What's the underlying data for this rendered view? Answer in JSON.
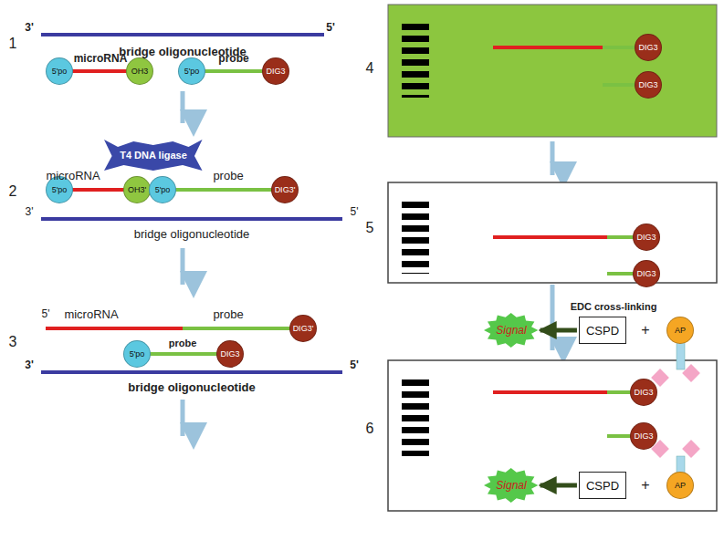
{
  "diagram": {
    "nodes": [
      {
        "text": [
          "5'po"
        ]
      },
      {
        "text": [
          "OH3"
        ]
      },
      {
        "text": [
          "5'po"
        ]
      },
      {
        "text": [
          "DIG3"
        ]
      },
      {
        "text": [
          "T4 DNA ligase"
        ]
      },
      {
        "text": [
          "5'po"
        ]
      },
      {
        "text": [
          "OH3'"
        ]
      },
      {
        "text": [
          "5'po"
        ]
      },
      {
        "text": [
          "DIG3'"
        ]
      },
      {
        "text": [
          "DIG3'"
        ]
      },
      {
        "text": [
          "5'po"
        ]
      },
      {
        "text": [
          "DIG3"
        ]
      },
      {
        "text": [
          "DIG3"
        ]
      },
      {
        "text": [
          "DIG3"
        ]
      },
      {
        "text": [
          "DIG3"
        ]
      },
      {
        "text": [
          "DIG3"
        ]
      },
      {
        "text": [
          "Signal"
        ]
      },
      {
        "text": [
          "CSPD"
        ]
      },
      {
        "text": [
          "AP"
        ]
      },
      {
        "text": [
          "DIG3"
        ]
      },
      {
        "text": [
          "DIG3"
        ]
      },
      {
        "text": [
          "Signal"
        ]
      },
      {
        "text": [
          "CSPD"
        ]
      },
      {
        "text": [
          "AP"
        ]
      }
    ],
    "edges": [
      {
        "from": 17,
        "to": 16,
        "arrow": "to"
      },
      {
        "from": 22,
        "to": 21,
        "arrow": "to"
      }
    ],
    "labels": [
      "1",
      "3'",
      "5'",
      "bridge oligonucleotide",
      "microRNA",
      "probe",
      "2",
      "microRNA",
      "probe",
      "3'",
      "5'",
      "bridge oligonucleotide",
      "3",
      "5'",
      "microRNA",
      "probe",
      "probe",
      "3'",
      "5'",
      "bridge oligonucleotide",
      "4",
      "5",
      "EDC cross-linking",
      "6",
      "+",
      "+"
    ]
  }
}
